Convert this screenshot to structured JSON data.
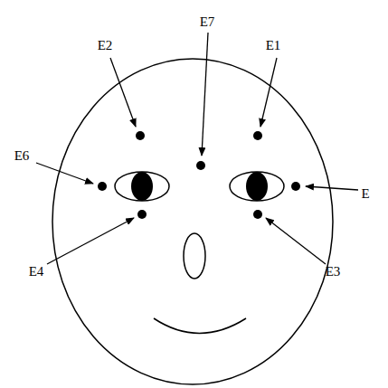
{
  "diagram": {
    "labels": [
      "E2",
      "E7",
      "E1",
      "E6",
      "E",
      "E4",
      "E3"
    ]
  }
}
